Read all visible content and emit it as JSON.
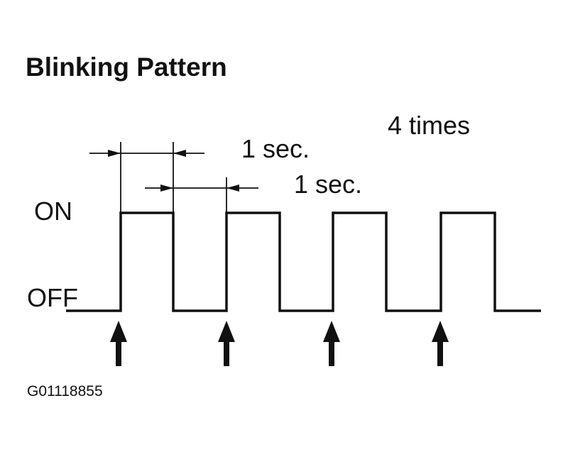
{
  "title": "Blinking Pattern",
  "annotations": {
    "period_on": "1 sec.",
    "period_off": "1 sec.",
    "repeat": "4 times"
  },
  "levels": {
    "on": "ON",
    "off": "OFF"
  },
  "figure_code": "G01118855",
  "pulse_count": 4
}
